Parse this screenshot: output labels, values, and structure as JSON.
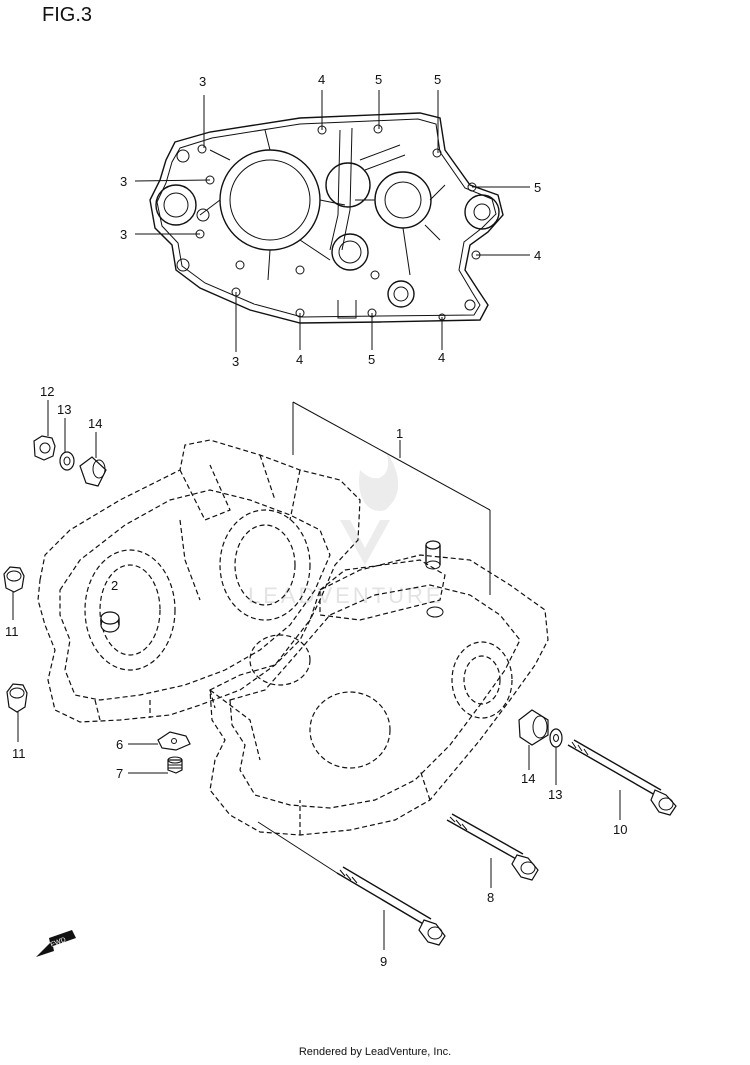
{
  "figure": {
    "title": "FIG.3"
  },
  "watermark": {
    "text": "LEADVENTURE"
  },
  "footer": {
    "text": "Rendered by LeadVenture, Inc."
  },
  "fwd_badge": {
    "text": "FWD"
  },
  "callouts": [
    {
      "id": "c-top-3a",
      "label": "3"
    },
    {
      "id": "c-top-4a",
      "label": "4"
    },
    {
      "id": "c-top-5a",
      "label": "5"
    },
    {
      "id": "c-top-5b",
      "label": "5"
    },
    {
      "id": "c-top-3b",
      "label": "3"
    },
    {
      "id": "c-top-5c",
      "label": "5"
    },
    {
      "id": "c-top-3c",
      "label": "3"
    },
    {
      "id": "c-top-4b",
      "label": "4"
    },
    {
      "id": "c-top-3d",
      "label": "3"
    },
    {
      "id": "c-top-4c",
      "label": "4"
    },
    {
      "id": "c-top-5d",
      "label": "5"
    },
    {
      "id": "c-top-4d",
      "label": "4"
    },
    {
      "id": "c-12",
      "label": "12"
    },
    {
      "id": "c-13a",
      "label": "13"
    },
    {
      "id": "c-14a",
      "label": "14"
    },
    {
      "id": "c-1",
      "label": "1"
    },
    {
      "id": "c-2",
      "label": "2"
    },
    {
      "id": "c-11a",
      "label": "11"
    },
    {
      "id": "c-11b",
      "label": "11"
    },
    {
      "id": "c-6",
      "label": "6"
    },
    {
      "id": "c-7",
      "label": "7"
    },
    {
      "id": "c-14b",
      "label": "14"
    },
    {
      "id": "c-13b",
      "label": "13"
    },
    {
      "id": "c-10",
      "label": "10"
    },
    {
      "id": "c-8",
      "label": "8"
    },
    {
      "id": "c-9",
      "label": "9"
    }
  ]
}
